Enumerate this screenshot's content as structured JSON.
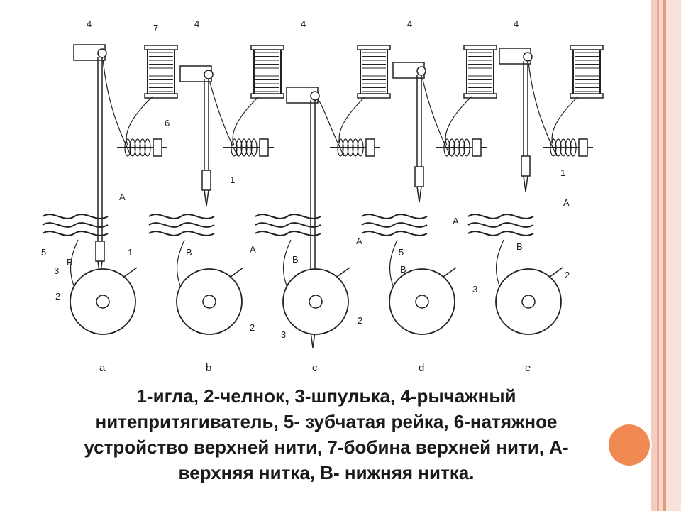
{
  "caption": "1-игла, 2-челнок, 3-шпулька, 4-рычажный нитепритягиватель, 5- зубчатая рейка, 6-натяжное устройство верхней нити, 7-бобина верхней нити, А- верхняя нитка, В- нижняя нитка.",
  "panels": [
    {
      "caption": "a",
      "labels": [
        "4",
        "7",
        "6",
        "A",
        "5",
        "В",
        "1",
        "3",
        "2"
      ]
    },
    {
      "caption": "b",
      "labels": [
        "4",
        "1",
        "В",
        "A",
        "2"
      ]
    },
    {
      "caption": "c",
      "labels": [
        "4",
        "A",
        "В",
        "3",
        "2"
      ]
    },
    {
      "caption": "d",
      "labels": [
        "4",
        "A",
        "5",
        "В",
        "3"
      ]
    },
    {
      "caption": "e",
      "labels": [
        "4",
        "1",
        "A",
        "В",
        "2"
      ]
    }
  ],
  "colors": {
    "accent_circle": "#f08a52",
    "stripe": "#e8a990",
    "line": "#222222"
  }
}
